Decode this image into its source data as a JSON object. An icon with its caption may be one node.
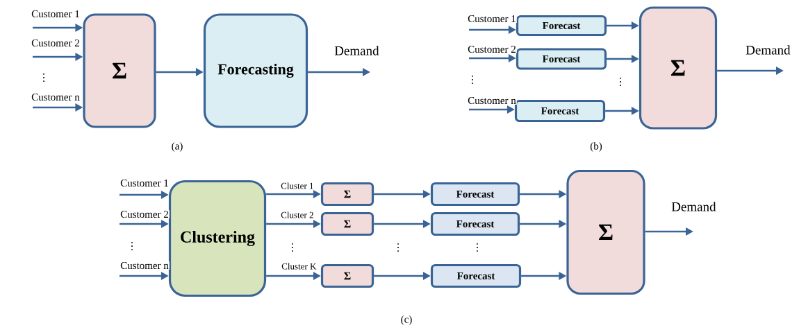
{
  "diagram": {
    "nodes": [
      {
        "text": [
          "Σ"
        ]
      },
      {
        "text": [
          "Forecasting"
        ]
      },
      {
        "text": [
          "Forecast"
        ]
      },
      {
        "text": [
          "Forecast"
        ]
      },
      {
        "text": [
          "Forecast"
        ]
      },
      {
        "text": [
          "Σ"
        ]
      },
      {
        "text": [
          "Clustering"
        ]
      },
      {
        "text": [
          "Σ"
        ]
      },
      {
        "text": [
          "Σ"
        ]
      },
      {
        "text": [
          "Σ"
        ]
      },
      {
        "text": [
          "Forecast"
        ]
      },
      {
        "text": [
          "Forecast"
        ]
      },
      {
        "text": [
          "Forecast"
        ]
      },
      {
        "text": [
          "Σ"
        ]
      }
    ],
    "edges": [
      {
        "from": null,
        "to": 0,
        "arrow": "to",
        "label": "Customer 1"
      },
      {
        "from": null,
        "to": 0,
        "arrow": "to",
        "label": "Customer 2"
      },
      {
        "from": null,
        "to": 0,
        "arrow": "to",
        "label": "Customer n"
      },
      {
        "from": 0,
        "to": 1,
        "arrow": "to"
      },
      {
        "from": 1,
        "to": null,
        "arrow": "to",
        "label": "Demand"
      },
      {
        "from": null,
        "to": 2,
        "arrow": "to",
        "label": "Customer 1"
      },
      {
        "from": null,
        "to": 3,
        "arrow": "to",
        "label": "Customer 2"
      },
      {
        "from": null,
        "to": 4,
        "arrow": "to",
        "label": "Customer n"
      },
      {
        "from": 2,
        "to": 5,
        "arrow": "to"
      },
      {
        "from": 3,
        "to": 5,
        "arrow": "to"
      },
      {
        "from": 4,
        "to": 5,
        "arrow": "to"
      },
      {
        "from": 5,
        "to": null,
        "arrow": "to",
        "label": "Demand"
      },
      {
        "from": null,
        "to": 6,
        "arrow": "to",
        "label": "Customer 1"
      },
      {
        "from": null,
        "to": 6,
        "arrow": "to",
        "label": "Customer 2"
      },
      {
        "from": null,
        "to": 6,
        "arrow": "to",
        "label": "Customer n"
      },
      {
        "from": 6,
        "to": 7,
        "arrow": "to",
        "label": "Cluster 1"
      },
      {
        "from": 6,
        "to": 8,
        "arrow": "to",
        "label": "Cluster 2"
      },
      {
        "from": 6,
        "to": 9,
        "arrow": "to",
        "label": "Cluster K"
      },
      {
        "from": 7,
        "to": 10,
        "arrow": "to"
      },
      {
        "from": 8,
        "to": 11,
        "arrow": "to"
      },
      {
        "from": 9,
        "to": 12,
        "arrow": "to"
      },
      {
        "from": 10,
        "to": 13,
        "arrow": "to"
      },
      {
        "from": 11,
        "to": 13,
        "arrow": "to"
      },
      {
        "from": 12,
        "to": 13,
        "arrow": "to"
      },
      {
        "from": 13,
        "to": null,
        "arrow": "to",
        "label": "Demand"
      }
    ],
    "labels": [
      "⋮",
      "(a)",
      "⋮",
      "⋮",
      "(b)",
      "⋮",
      "⋮",
      "⋮",
      "⋮",
      "(c)"
    ]
  }
}
